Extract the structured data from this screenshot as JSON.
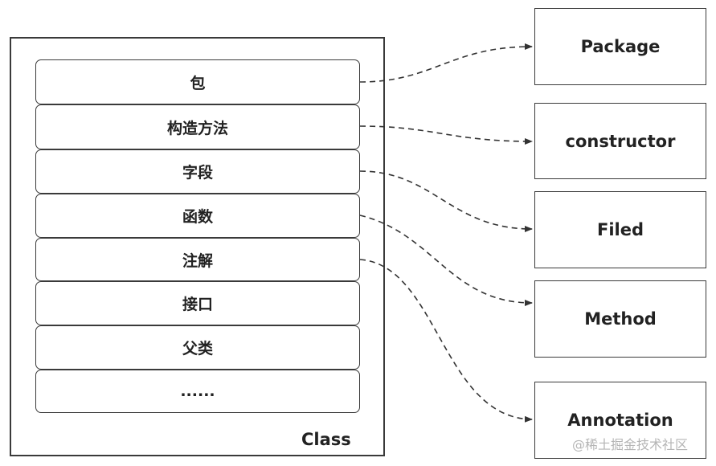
{
  "class_box": {
    "label": "Class",
    "rows": [
      "包",
      "构造方法",
      "字段",
      "函数",
      "注解",
      "接口",
      "父类",
      "......"
    ]
  },
  "targets": [
    "Package",
    "constructor",
    "Filed",
    "Method",
    "Annotation"
  ],
  "watermark": "@稀土掘金技术社区"
}
